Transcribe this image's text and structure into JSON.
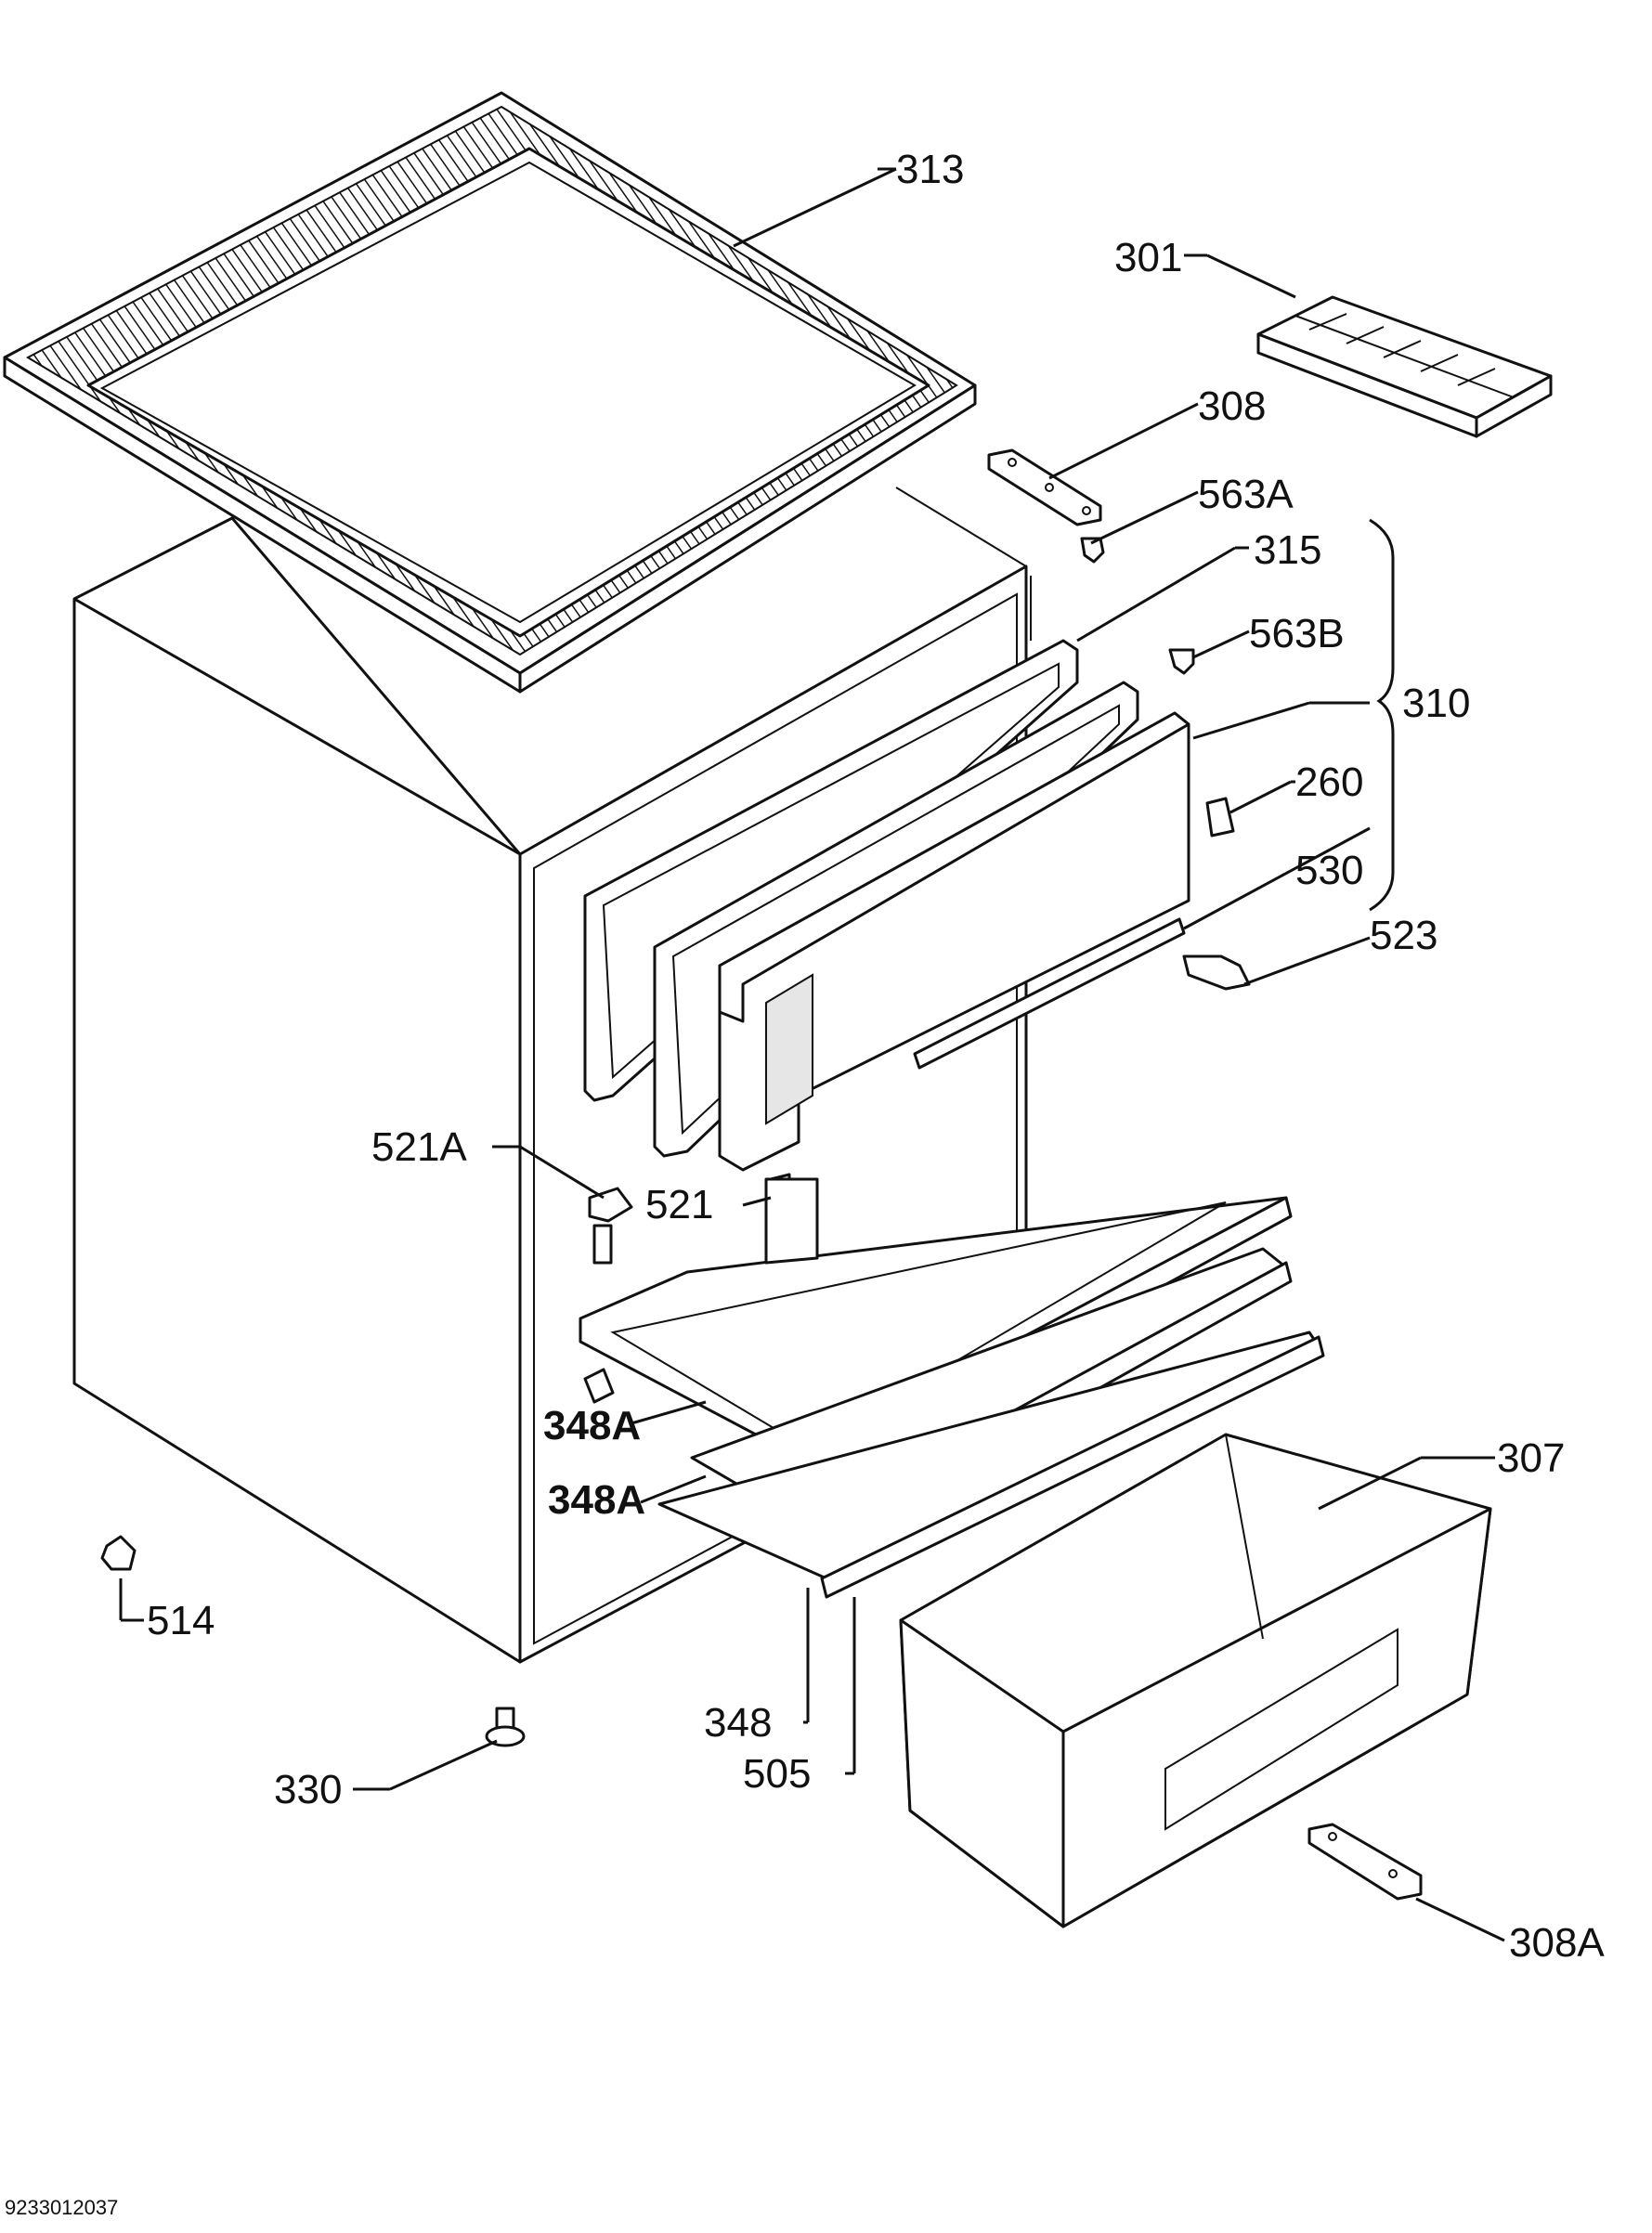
{
  "diagram": {
    "doc_number": "9233012037",
    "colors": {
      "ink": "#111111",
      "paper": "#ffffff"
    },
    "callouts": {
      "c313": "313",
      "c301": "301",
      "c308": "308",
      "c563a": "563A",
      "c315": "315",
      "c563b": "563B",
      "c310": "310",
      "c260": "260",
      "c530": "530",
      "c523": "523",
      "c521a": "521A",
      "c521": "521",
      "c348a_1": "348A",
      "c348a_2": "348A",
      "c307": "307",
      "c514": "514",
      "c348": "348",
      "c505": "505",
      "c330": "330",
      "c308a": "308A"
    }
  }
}
